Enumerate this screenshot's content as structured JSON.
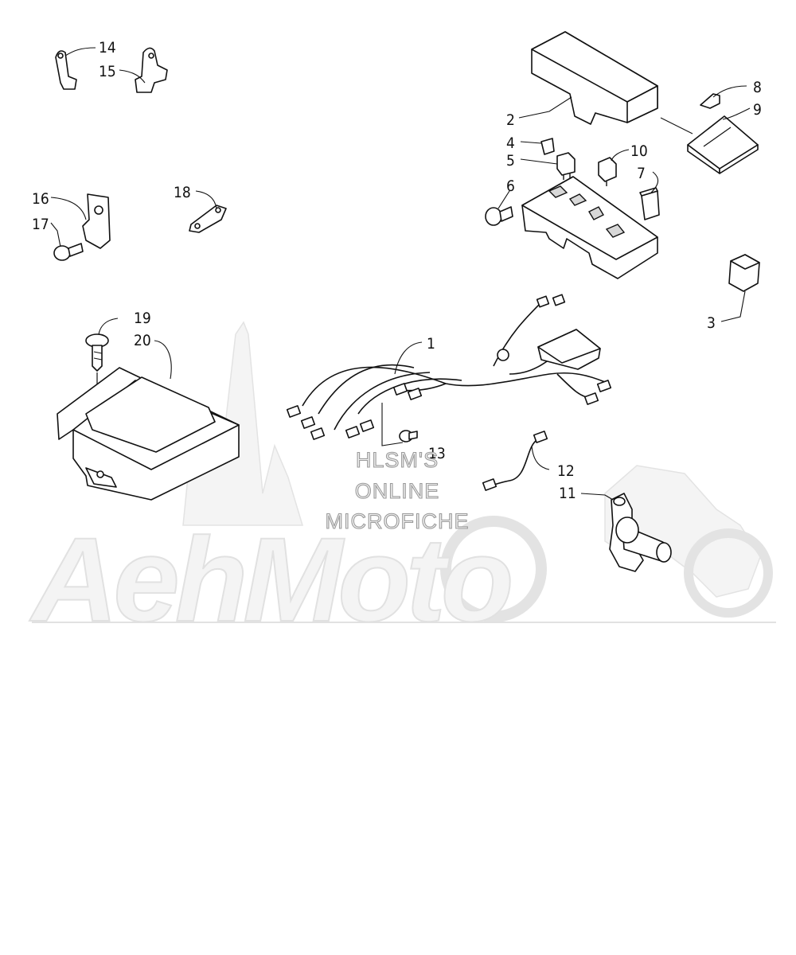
{
  "callouts": {
    "c1": "1",
    "c2": "2",
    "c3": "3",
    "c4": "4",
    "c5": "5",
    "c6": "6",
    "c7": "7",
    "c8": "8",
    "c9": "9",
    "c10": "10",
    "c11": "11",
    "c12": "12",
    "c13": "13",
    "c14": "14",
    "c15": "15",
    "c16": "16",
    "c17": "17",
    "c18": "18",
    "c19": "19",
    "c20": "20"
  },
  "watermark": {
    "line1": "HLSM'S",
    "line2": "ONLINE",
    "line3": "MICROFICHE",
    "brand": "AehMoto"
  },
  "colors": {
    "line": "#111111",
    "watermark_fill": "#f4f4f4",
    "watermark_stroke": "#e1e1e1"
  }
}
